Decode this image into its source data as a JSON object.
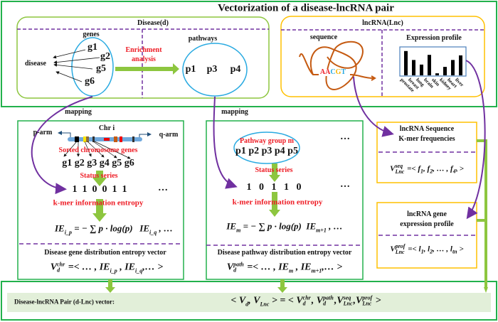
{
  "title": "Vectorization of a disease-lncRNA pair",
  "colors": {
    "green": "#22b14c",
    "lightgreen": "#8dc63f",
    "purple": "#7030a0",
    "blue": "#29aae1",
    "orange": "#c55a11",
    "yellow": "#ffc000",
    "red": "#ee1c25"
  },
  "disease_panel": {
    "title": "Disease(d)",
    "genes_label": "genes",
    "disease_label": "disease",
    "genes": [
      "g1",
      "g2",
      "g5",
      "g6"
    ],
    "enrichment": [
      "Enrichment",
      "analysis"
    ],
    "pathways_label": "pathways",
    "pathways": [
      "p1",
      "p3",
      "p4"
    ]
  },
  "lnc_panel": {
    "title": "lncRNA(Lnc)",
    "sequence_label": "sequence",
    "sequence_letters": [
      "A",
      "A",
      "C",
      "G",
      "T"
    ],
    "expression_label": "Expression profile",
    "tissues": [
      "prostate",
      "breast",
      "lung",
      "brain",
      "skin",
      "kidney",
      "heart",
      "liver"
    ],
    "expression_values": [
      0.95,
      0.6,
      0.42,
      0.8,
      0.08,
      0.33,
      0.6,
      0.78
    ]
  },
  "mapping_label": "mapping",
  "gene_box": {
    "chr_label": "Chr i",
    "p_arm": "p-arm",
    "q_arm": "q-arm",
    "sorted_label": "Sorted chromosome genes",
    "genes": "g1 g2 g3 g4 g5 g6",
    "status_label": "Status series",
    "status": "1  1  0  0  1  1",
    "ellipsis": "…",
    "kmer_label": "k-mer information entropy",
    "formula": [
      {
        "t": "IE"
      },
      {
        "sub": "i_p"
      },
      {
        "t": " = − ∑ p · log(p)   IE"
      },
      {
        "sub": "i_q"
      },
      {
        "t": " , …"
      }
    ],
    "vector_label": "Disease gene distribution  entropy vector",
    "vector": [
      {
        "t": "V"
      },
      {
        "sup": "chr",
        "sub": "d"
      },
      {
        "t": " =< … , IE"
      },
      {
        "sub": "i_p"
      },
      {
        "t": " , IE"
      },
      {
        "sub": "i_q"
      },
      {
        "t": ",… >"
      }
    ]
  },
  "pathway_box": {
    "group_label": "Pathway group m",
    "pathways": "p1 p2 p3 p4 p5",
    "ellipsis": "…",
    "status_label": "Status series",
    "status": "1   0   1   1   0",
    "kmer_label": "k-mer information entropy",
    "formula": [
      {
        "t": "IE"
      },
      {
        "sub": "m"
      },
      {
        "t": " = − ∑ p · log(p)  IE"
      },
      {
        "sub": "m+1"
      },
      {
        "t": " , …"
      }
    ],
    "vector_label": "Disease pathway distribution  entropy vector",
    "vector": [
      {
        "t": "V"
      },
      {
        "sup": "path",
        "sub": "d"
      },
      {
        "t": " =< … , IE"
      },
      {
        "sub": "m"
      },
      {
        "t": " , IE"
      },
      {
        "sub": "m+1"
      },
      {
        "t": ",… >"
      }
    ]
  },
  "seq_box": {
    "label": [
      "lncRNA Sequence",
      "K-mer frequencies"
    ],
    "vector": [
      {
        "t": "V"
      },
      {
        "sup": "seq",
        "sub": "Lnc"
      },
      {
        "t": " =< f"
      },
      {
        "sub": "1"
      },
      {
        "t": ", f"
      },
      {
        "sub": "2"
      },
      {
        "t": ", … , f"
      },
      {
        "sub": "4ᵏ"
      },
      {
        "t": " >"
      }
    ]
  },
  "prof_box": {
    "label": [
      "lncRNA gene",
      "expression profile"
    ],
    "vector": [
      {
        "t": "V"
      },
      {
        "sup": "prof",
        "sub": "Lnc"
      },
      {
        "t": " =< l"
      },
      {
        "sub": "1"
      },
      {
        "t": ", l"
      },
      {
        "sub": "2"
      },
      {
        "t": ", … , l"
      },
      {
        "sub": "tn"
      },
      {
        "t": " >"
      }
    ]
  },
  "pair": {
    "label": "Disease-lncRNA Pair (d-Lnc) vector:",
    "vector": [
      {
        "t": "< V"
      },
      {
        "sub": "d"
      },
      {
        "t": ", V"
      },
      {
        "sub": "Lnc"
      },
      {
        "t": " > = < V"
      },
      {
        "sup": "chr",
        "sub": "d"
      },
      {
        "t": ", V"
      },
      {
        "sup": "path",
        "sub": "d"
      },
      {
        "t": ",V"
      },
      {
        "sup": "seq",
        "sub": "Lnc"
      },
      {
        "t": ",V"
      },
      {
        "sup": "prof",
        "sub": "Lnc"
      },
      {
        "t": " >"
      }
    ]
  }
}
